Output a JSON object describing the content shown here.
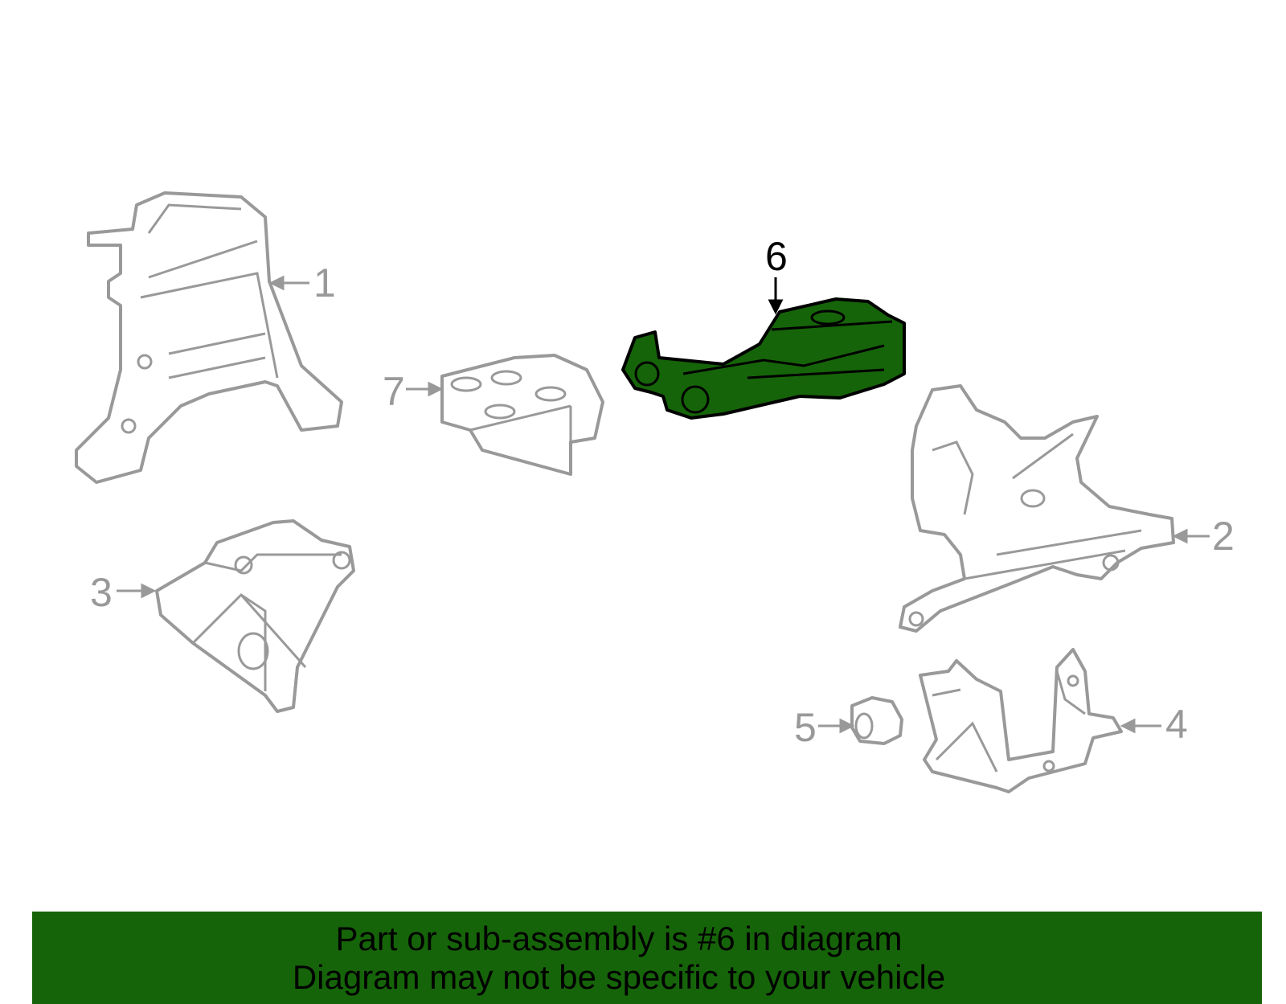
{
  "diagram": {
    "callouts": [
      {
        "number": "1",
        "selected": false
      },
      {
        "number": "2",
        "selected": false
      },
      {
        "number": "3",
        "selected": false
      },
      {
        "number": "4",
        "selected": false
      },
      {
        "number": "5",
        "selected": false
      },
      {
        "number": "6",
        "selected": true
      },
      {
        "number": "7",
        "selected": false
      }
    ],
    "highlight_color": "#166409",
    "line_color": "#999999"
  },
  "banner": {
    "line1": "Part or sub-assembly is #6 in diagram",
    "line2": "Diagram may not be specific to your vehicle",
    "background": "#166409"
  }
}
